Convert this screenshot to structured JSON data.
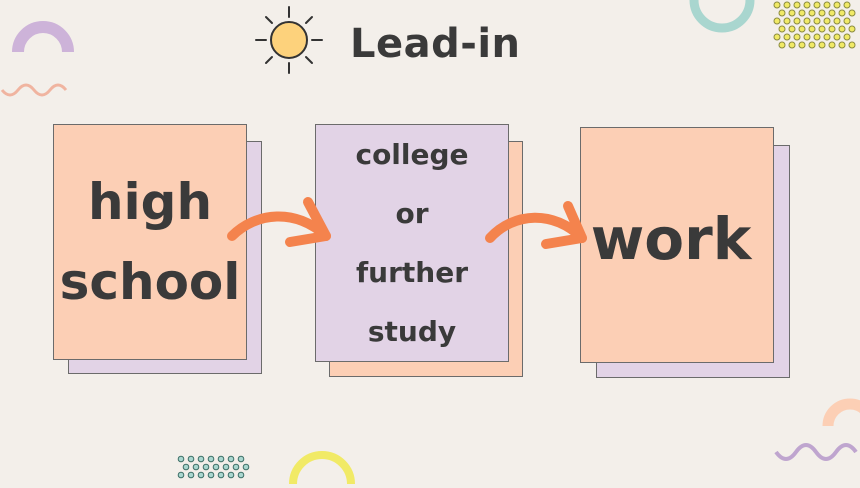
{
  "slide": {
    "title": "Lead-in",
    "colors": {
      "background": "#f3efea",
      "peach": "#fccfb5",
      "lavender": "#e2d3e6",
      "arrow": "#f4834d",
      "sun": "#fdd27c",
      "teal": "#a9d6cf",
      "yellow": "#f1ea66"
    },
    "cards": [
      {
        "lines": [
          "high",
          "school"
        ]
      },
      {
        "lines": [
          "college",
          "or",
          "further",
          "study"
        ]
      },
      {
        "lines": [
          "work"
        ]
      }
    ],
    "icons": [
      "sun-icon",
      "arrow-right-icon"
    ]
  }
}
